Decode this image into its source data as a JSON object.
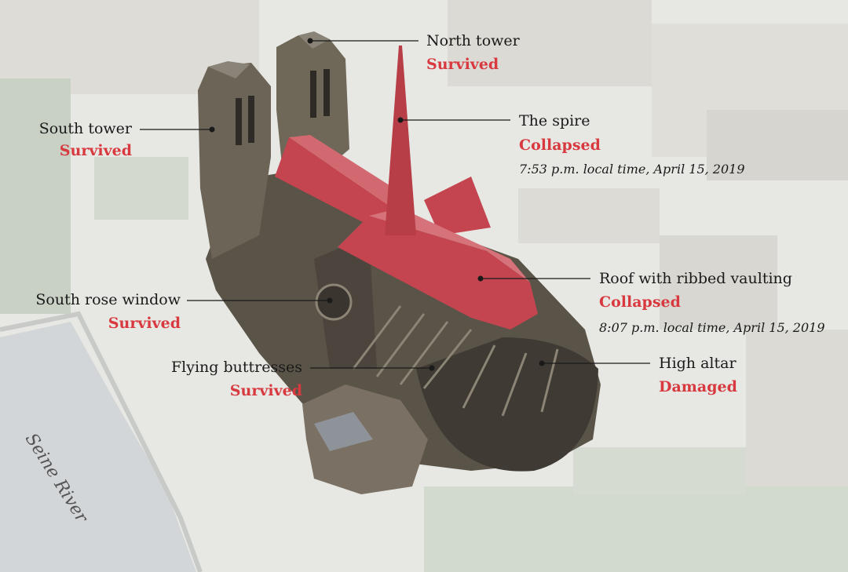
{
  "labels": {
    "north_tower": {
      "name": "North tower",
      "status": "Survived"
    },
    "south_tower": {
      "name": "South tower",
      "status": "Survived"
    },
    "spire": {
      "name": "The spire",
      "status": "Collapsed",
      "time": "7:53 p.m. local time, April 15, 2019"
    },
    "roof": {
      "name": "Roof with ribbed vaulting",
      "status": "Collapsed",
      "time": "8:07 p.m. local time, April 15, 2019"
    },
    "rose_window": {
      "name": "South rose window",
      "status": "Survived"
    },
    "buttresses": {
      "name": "Flying buttresses",
      "status": "Survived"
    },
    "altar": {
      "name": "High altar",
      "status": "Damaged"
    }
  },
  "map": {
    "river_label": "Seine River"
  },
  "colors": {
    "status": "#d8393f",
    "roof": "#c4454f",
    "stone": "#5a5348",
    "background": "#e9e9e6"
  }
}
